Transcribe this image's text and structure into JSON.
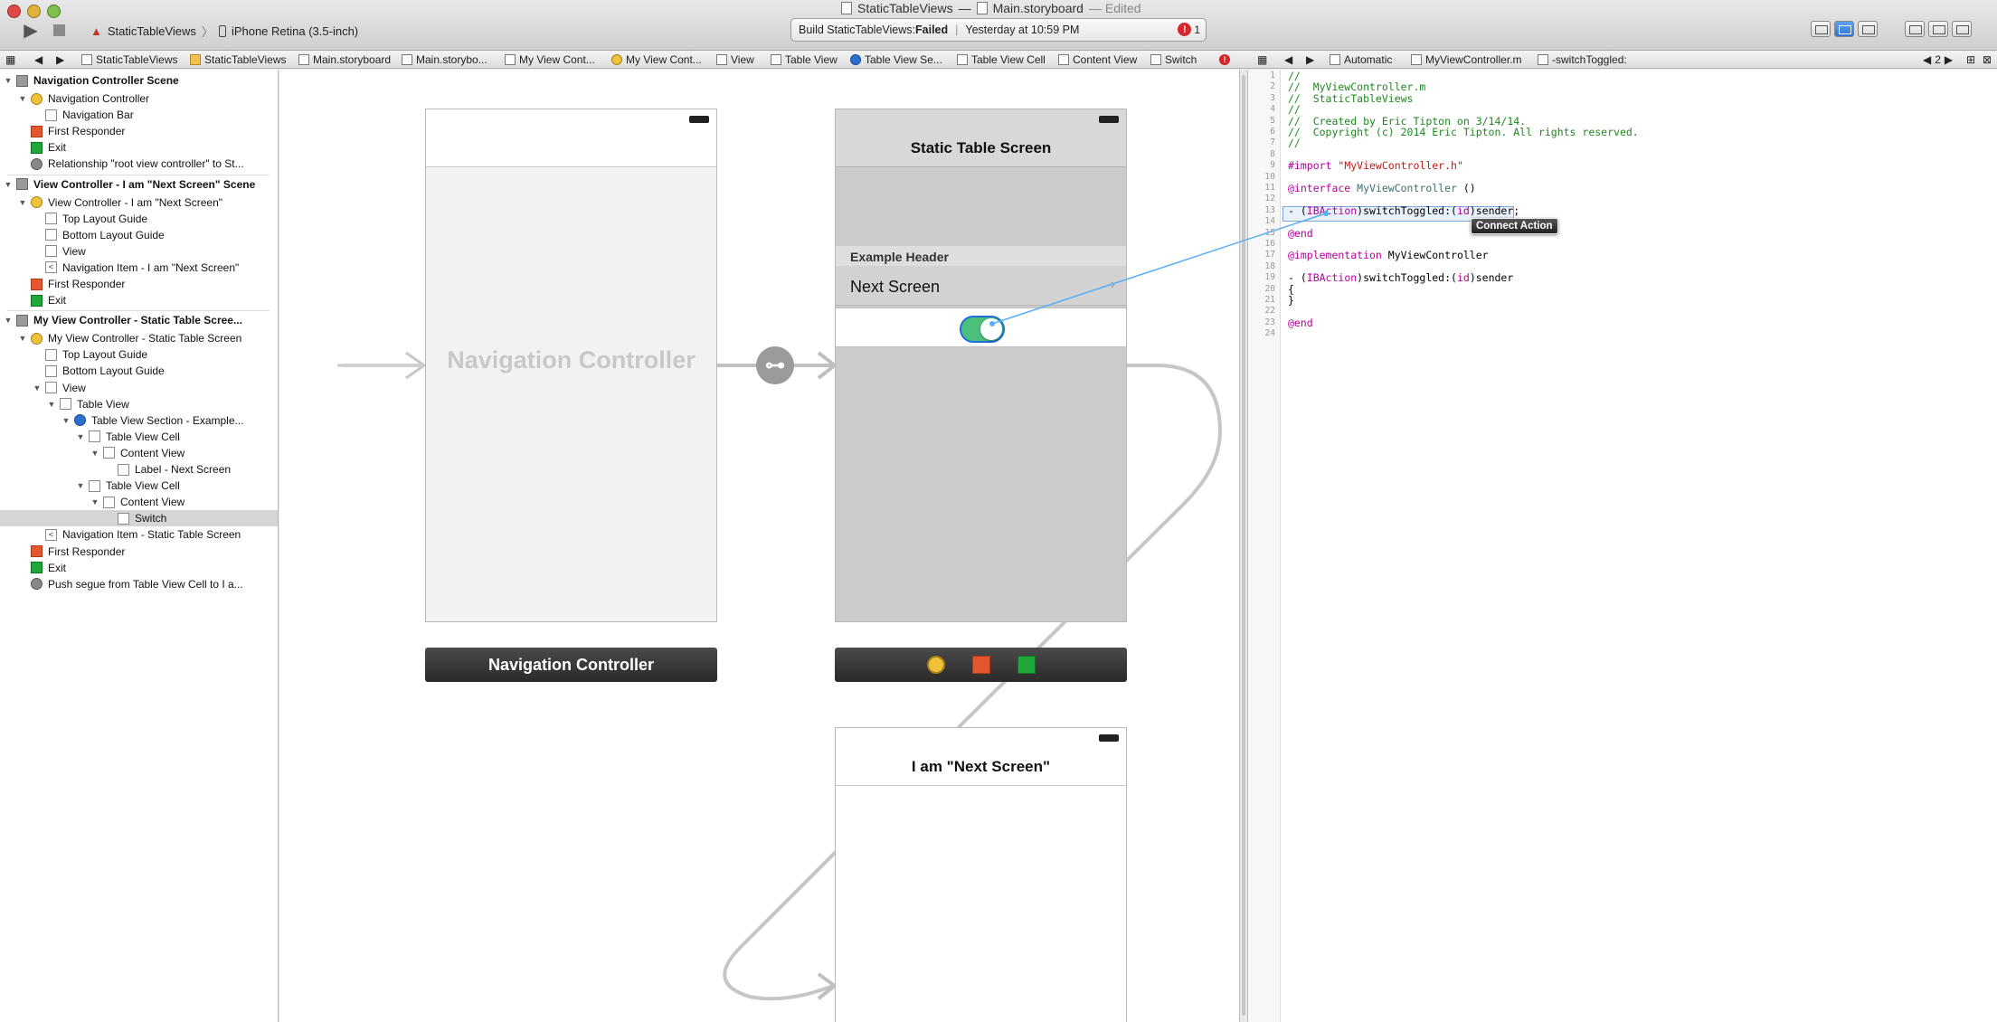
{
  "window": {
    "project_title": "StaticTableViews",
    "title_separator": "—",
    "document_title": "Main.storyboard",
    "edited": "— Edited"
  },
  "toolbar": {
    "scheme_name": "StaticTableViews",
    "scheme_separator": "〉",
    "device": "iPhone Retina (3.5-inch)",
    "activity_prefix": "Build StaticTableViews: ",
    "activity_status": "Failed",
    "activity_time": "Yesterday at 10:59 PM",
    "error_count": "1",
    "error_symbol": "!"
  },
  "jumpbar": {
    "items": [
      "StaticTableViews",
      "StaticTableViews",
      "Main.storyboard",
      "Main.storybo...",
      "My View Cont...",
      "My View Cont...",
      "View",
      "Table View",
      "Table View Se...",
      "Table View Cell",
      "Content View",
      "Switch"
    ],
    "editor_items": [
      "Automatic",
      "MyViewController.m",
      "-switchToggled:"
    ],
    "counter": "2"
  },
  "outline": {
    "rows": [
      {
        "label": "Navigation Controller Scene",
        "indent": 0,
        "icon": "scene",
        "disclosure": "▼",
        "scene": true
      },
      {
        "label": "Navigation Controller",
        "indent": 1,
        "icon": "vc",
        "disclosure": "▼"
      },
      {
        "label": "Navigation Bar",
        "indent": 2,
        "icon": "plain"
      },
      {
        "label": "First Responder",
        "indent": 1,
        "icon": "fr"
      },
      {
        "label": "Exit",
        "indent": 1,
        "icon": "exit"
      },
      {
        "label": "Relationship \"root view controller\" to St...",
        "indent": 1,
        "icon": "seg"
      },
      {
        "divider": true
      },
      {
        "label": "View Controller - I am \"Next Screen\" Scene",
        "indent": 0,
        "icon": "scene",
        "disclosure": "▼",
        "scene": true
      },
      {
        "label": "View Controller - I am \"Next Screen\"",
        "indent": 1,
        "icon": "vc",
        "disclosure": "▼"
      },
      {
        "label": "Top Layout Guide",
        "indent": 2,
        "icon": "plain"
      },
      {
        "label": "Bottom Layout Guide",
        "indent": 2,
        "icon": "plain"
      },
      {
        "label": "View",
        "indent": 2,
        "icon": "plain"
      },
      {
        "label": "Navigation Item - I am \"Next Screen\"",
        "indent": 2,
        "icon": "navitem"
      },
      {
        "label": "First Responder",
        "indent": 1,
        "icon": "fr"
      },
      {
        "label": "Exit",
        "indent": 1,
        "icon": "exit"
      },
      {
        "divider": true
      },
      {
        "label": "My View Controller - Static Table Scree...",
        "indent": 0,
        "icon": "scene",
        "disclosure": "▼",
        "scene": true
      },
      {
        "label": "My View Controller - Static Table Screen",
        "indent": 1,
        "icon": "vc",
        "disclosure": "▼"
      },
      {
        "label": "Top Layout Guide",
        "indent": 2,
        "icon": "plain"
      },
      {
        "label": "Bottom Layout Guide",
        "indent": 2,
        "icon": "plain"
      },
      {
        "label": "View",
        "indent": 2,
        "icon": "plain",
        "disclosure": "▼"
      },
      {
        "label": "Table View",
        "indent": 3,
        "icon": "plain",
        "disclosure": "▼"
      },
      {
        "label": "Table View Section - Example...",
        "indent": 4,
        "icon": "section",
        "disclosure": "▼"
      },
      {
        "label": "Table View Cell",
        "indent": 5,
        "icon": "plain",
        "disclosure": "▼"
      },
      {
        "label": "Content View",
        "indent": 6,
        "icon": "plain",
        "disclosure": "▼"
      },
      {
        "label": "Label - Next Screen",
        "indent": 7,
        "icon": "plain"
      },
      {
        "label": "Table View Cell",
        "indent": 5,
        "icon": "plain",
        "disclosure": "▼"
      },
      {
        "label": "Content View",
        "indent": 6,
        "icon": "plain",
        "disclosure": "▼"
      },
      {
        "label": "Switch",
        "indent": 7,
        "icon": "plain",
        "selected": true
      },
      {
        "label": "Navigation Item - Static Table Screen",
        "indent": 2,
        "icon": "navitem"
      },
      {
        "label": "First Responder",
        "indent": 1,
        "icon": "fr"
      },
      {
        "label": "Exit",
        "indent": 1,
        "icon": "exit"
      },
      {
        "label": "Push segue from Table View Cell to I a...",
        "indent": 1,
        "icon": "seg"
      }
    ]
  },
  "canvas": {
    "nav_controller_placeholder": "Navigation Controller",
    "nav_controller_bar_label": "Navigation Controller",
    "static_screen_title": "Static Table Screen",
    "section_header": "Example Header",
    "next_screen_label": "Next Screen",
    "next_screen_title": "I am \"Next Screen\"",
    "segue_symbol": "⊶"
  },
  "editor": {
    "lines": [
      {
        "n": "1",
        "parts": [
          {
            "t": "//",
            "c": "comment"
          }
        ]
      },
      {
        "n": "2",
        "parts": [
          {
            "t": "//  MyViewController.m",
            "c": "comment"
          }
        ]
      },
      {
        "n": "3",
        "parts": [
          {
            "t": "//  StaticTableViews",
            "c": "comment"
          }
        ]
      },
      {
        "n": "4",
        "parts": [
          {
            "t": "//",
            "c": "comment"
          }
        ]
      },
      {
        "n": "5",
        "parts": [
          {
            "t": "//  Created by Eric Tipton on 3/14/14.",
            "c": "comment"
          }
        ]
      },
      {
        "n": "6",
        "parts": [
          {
            "t": "//  Copyright (c) 2014 Eric Tipton. All rights reserved.",
            "c": "comment"
          }
        ]
      },
      {
        "n": "7",
        "parts": [
          {
            "t": "//",
            "c": "comment"
          }
        ]
      },
      {
        "n": "8",
        "parts": []
      },
      {
        "n": "9",
        "parts": [
          {
            "t": "#import ",
            "c": "keyword"
          },
          {
            "t": "\"MyViewController.h\"",
            "c": "string"
          }
        ]
      },
      {
        "n": "10",
        "parts": []
      },
      {
        "n": "11",
        "parts": [
          {
            "t": "@interface ",
            "c": "keyword"
          },
          {
            "t": "MyViewController",
            "c": "type"
          },
          {
            "t": " ()",
            "c": ""
          }
        ]
      },
      {
        "n": "12",
        "parts": []
      },
      {
        "n": "13",
        "parts": [
          {
            "t": "- (",
            "c": ""
          },
          {
            "t": "IBAction",
            "c": "keyword"
          },
          {
            "t": ")switchToggled:(",
            "c": ""
          },
          {
            "t": "id",
            "c": "keyword"
          },
          {
            "t": ")sender;",
            "c": ""
          }
        ]
      },
      {
        "n": "14",
        "parts": []
      },
      {
        "n": "15",
        "parts": [
          {
            "t": "@end",
            "c": "keyword"
          }
        ]
      },
      {
        "n": "16",
        "parts": []
      },
      {
        "n": "17",
        "parts": [
          {
            "t": "@implementation ",
            "c": "keyword"
          },
          {
            "t": "MyViewController",
            "c": ""
          }
        ]
      },
      {
        "n": "18",
        "parts": []
      },
      {
        "n": "19",
        "parts": [
          {
            "t": "- (",
            "c": ""
          },
          {
            "t": "IBAction",
            "c": "keyword"
          },
          {
            "t": ")switchToggled:(",
            "c": ""
          },
          {
            "t": "id",
            "c": "keyword"
          },
          {
            "t": ")sender",
            "c": ""
          }
        ]
      },
      {
        "n": "20",
        "parts": [
          {
            "t": "{",
            "c": ""
          }
        ]
      },
      {
        "n": "21",
        "parts": [
          {
            "t": "}",
            "c": ""
          }
        ]
      },
      {
        "n": "22",
        "parts": []
      },
      {
        "n": "23",
        "parts": [
          {
            "t": "@end",
            "c": "keyword"
          }
        ]
      },
      {
        "n": "24",
        "parts": []
      }
    ],
    "connect_tooltip": "Connect Action"
  },
  "colors": {
    "accent": "#2e73d3",
    "error": "#d4262b",
    "switch_on": "#4cbf7a",
    "connection_line": "#5aaef5"
  }
}
